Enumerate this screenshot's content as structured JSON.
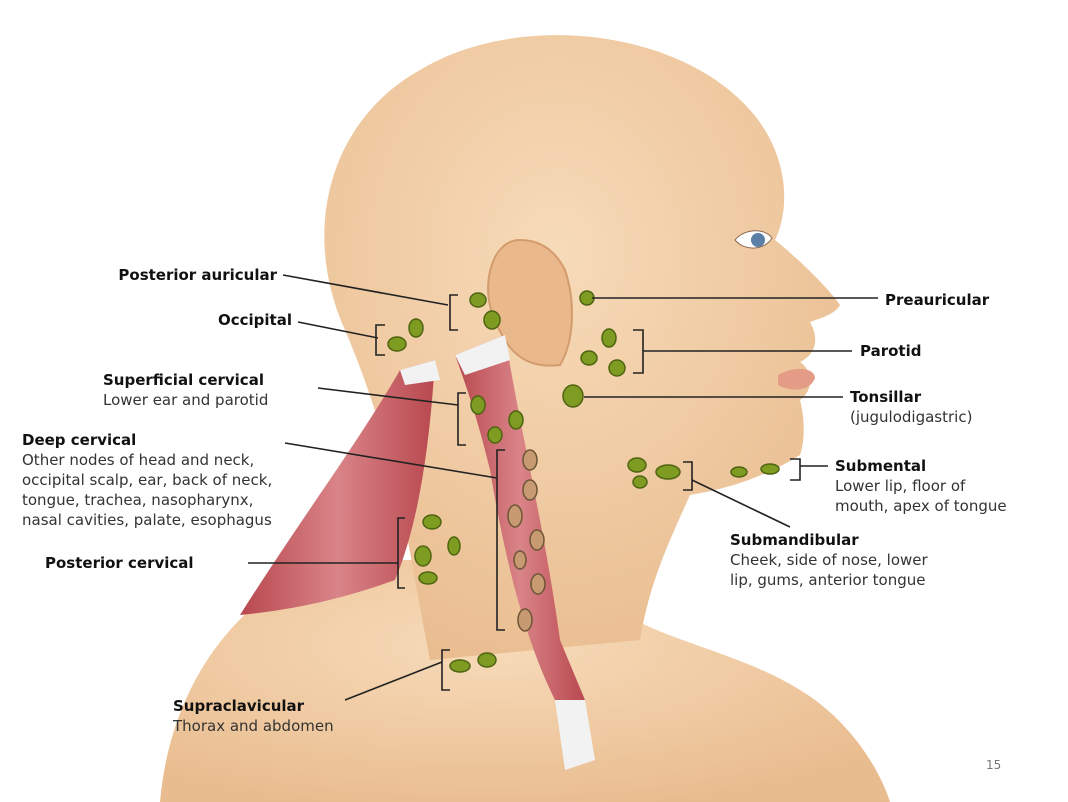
{
  "labels": {
    "posterior_auricular": {
      "title": "Posterior auricular"
    },
    "occipital": {
      "title": "Occipital"
    },
    "superficial_cervical": {
      "title": "Superficial cervical",
      "lines": [
        "Lower ear and parotid"
      ]
    },
    "deep_cervical": {
      "title": "Deep cervical",
      "lines": [
        "Other nodes of head and neck,",
        "occipital scalp, ear, back of neck,",
        "tongue, trachea, nasopharynx,",
        "nasal cavities, palate, esophagus"
      ]
    },
    "posterior_cervical": {
      "title": "Posterior cervical"
    },
    "supraclavicular": {
      "title": "Supraclavicular",
      "lines": [
        "Thorax and abdomen"
      ]
    },
    "preauricular": {
      "title": "Preauricular"
    },
    "parotid": {
      "title": "Parotid"
    },
    "tonsillar": {
      "title": "Tonsillar",
      "lines": [
        "(jugulodigastric)"
      ]
    },
    "submental": {
      "title": "Submental",
      "lines": [
        "Lower lip, floor of",
        "mouth, apex of tongue"
      ]
    },
    "submandibular": {
      "title": "Submandibular",
      "lines": [
        "Cheek, side of nose, lower",
        "lip, gums, anterior tongue"
      ]
    }
  },
  "page_number": "15",
  "colors": {
    "skin": "#f2cfa6",
    "node": "#7e9b22",
    "muscle": "#c9666a"
  }
}
